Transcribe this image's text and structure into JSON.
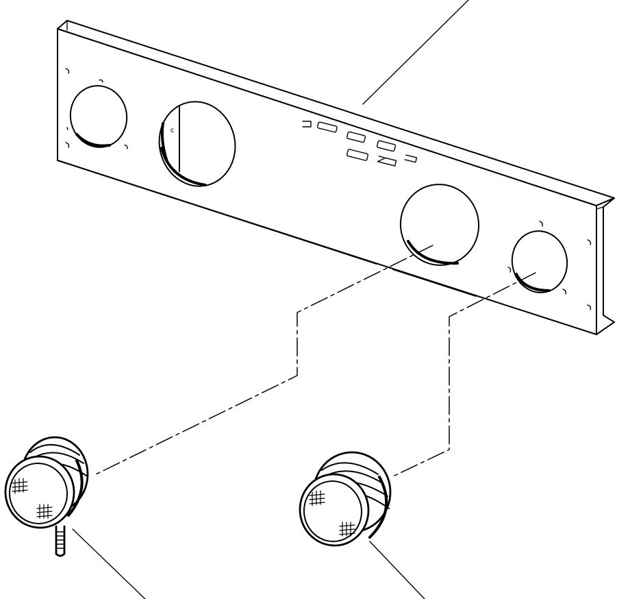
{
  "diagram": {
    "parts": [
      {
        "id": "panel",
        "kind": "instrument-panel"
      },
      {
        "id": "gauge-left",
        "kind": "gauge-with-wire"
      },
      {
        "id": "gauge-right",
        "kind": "gauge"
      }
    ],
    "colors": {
      "ink": "#000000",
      "background": "#ffffff"
    }
  }
}
